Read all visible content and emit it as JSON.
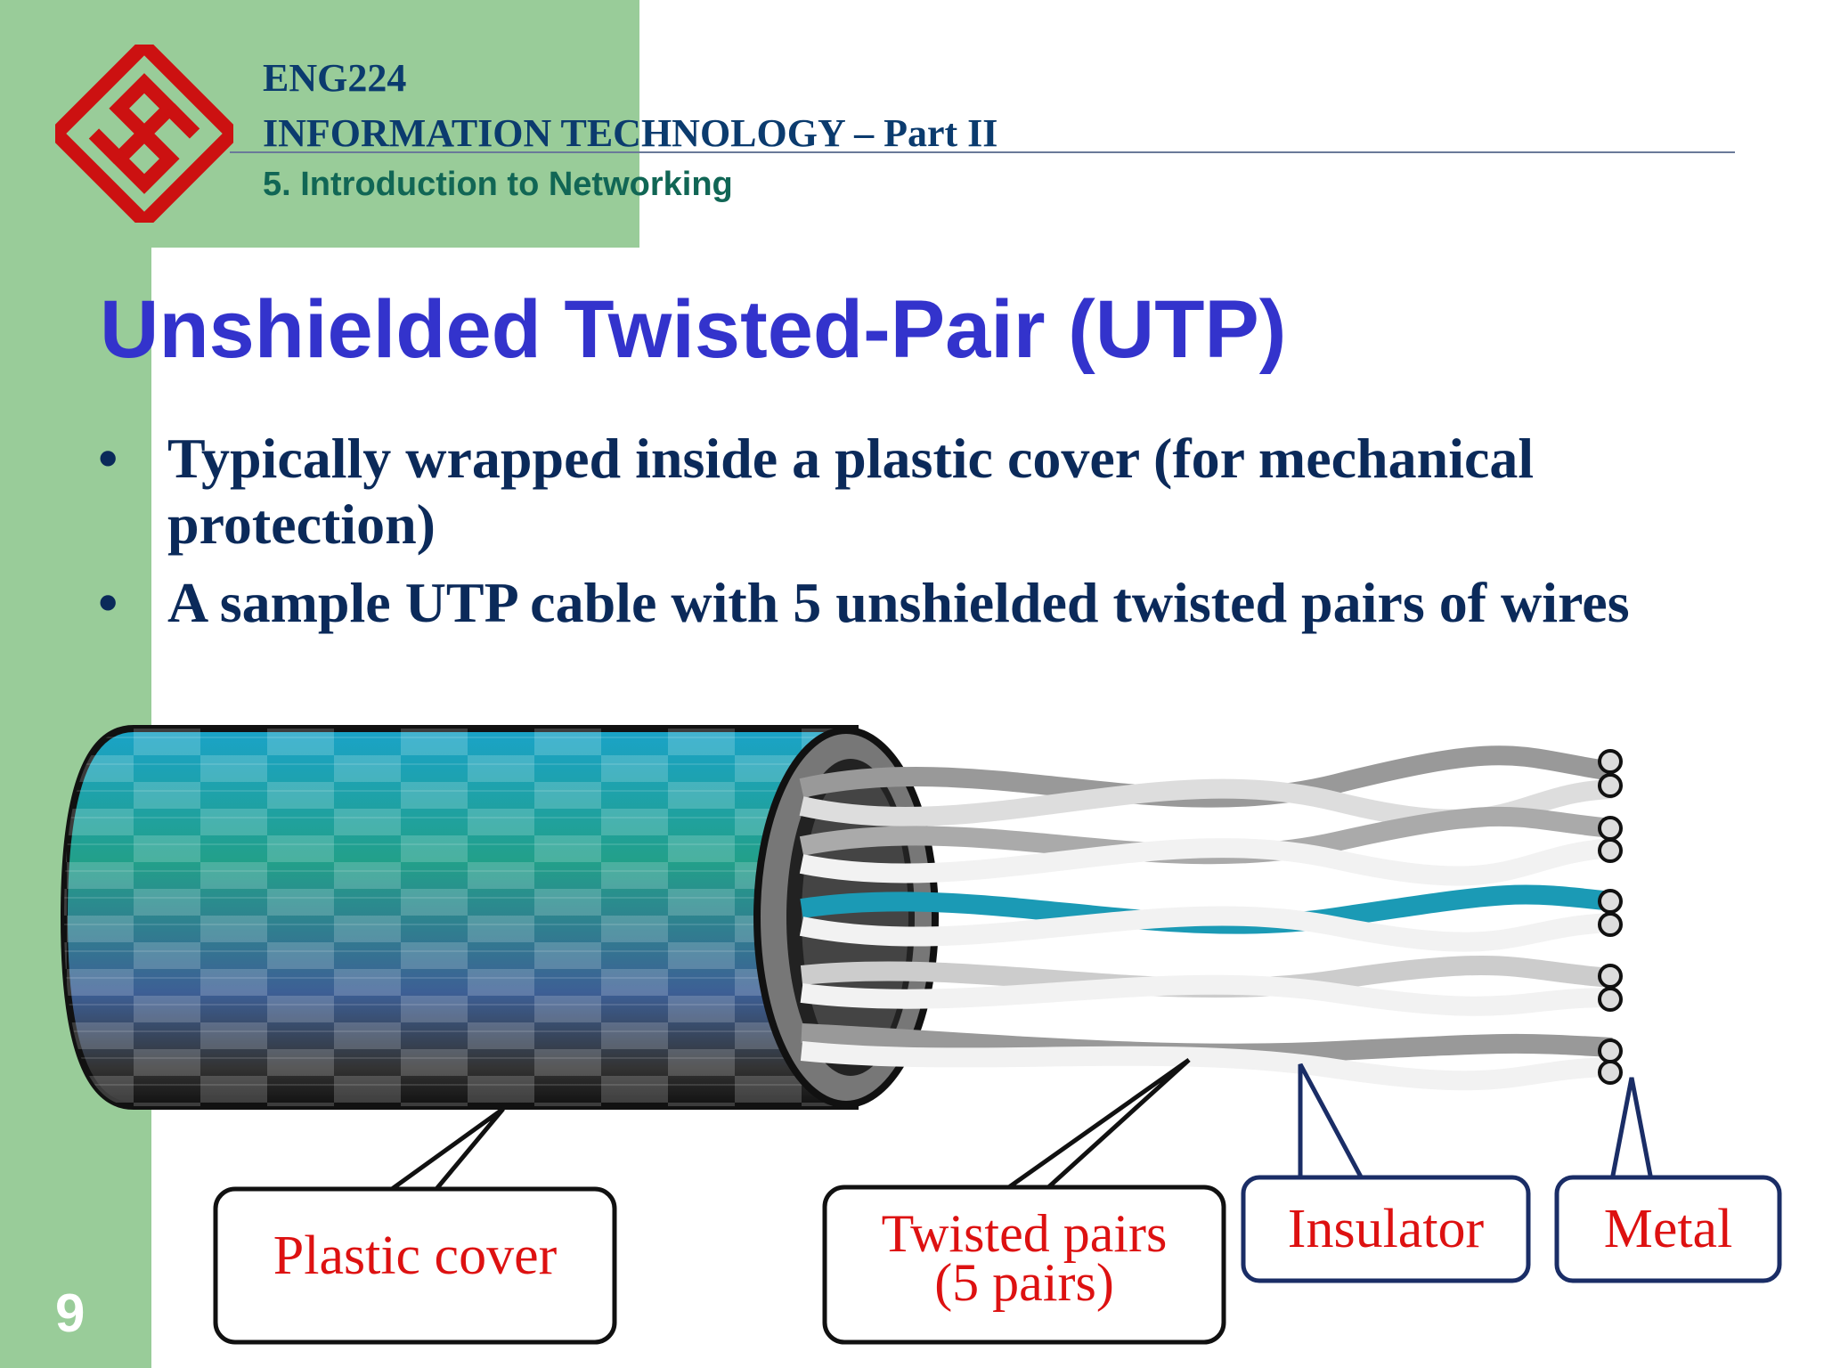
{
  "header": {
    "course_code": "ENG224",
    "course_title": "INFORMATION TECHNOLOGY – Part II",
    "section": "5. Introduction to Networking"
  },
  "slide": {
    "title": "Unshielded Twisted-Pair (UTP)",
    "bullets": [
      "Typically wrapped inside a plastic cover (for mechanical protection)",
      "A sample UTP cable with 5 unshielded twisted pairs of wires"
    ],
    "page_number": "9"
  },
  "figure": {
    "labels": {
      "plastic_cover": "Plastic cover",
      "twisted_pairs_line1": "Twisted pairs",
      "twisted_pairs_line2": "(5 pairs)",
      "insulator": "Insulator",
      "metal": "Metal"
    }
  },
  "colors": {
    "background_band": "#99cc99",
    "title": "#3333cc",
    "body_text": "#0b2a5a",
    "logo": "#cc1111",
    "callout_text": "#dd1111"
  }
}
